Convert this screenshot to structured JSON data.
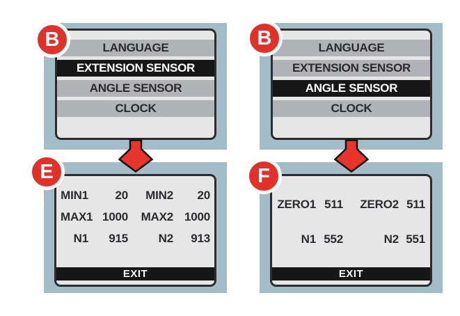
{
  "menu_left": {
    "badge": "B",
    "items": [
      {
        "label": "LANGUAGE",
        "selected": false
      },
      {
        "label": "EXTENSION SENSOR",
        "selected": true
      },
      {
        "label": "ANGLE SENSOR",
        "selected": false
      },
      {
        "label": "CLOCK",
        "selected": false
      }
    ]
  },
  "menu_right": {
    "badge": "B",
    "items": [
      {
        "label": "LANGUAGE",
        "selected": false
      },
      {
        "label": "EXTENSION SENSOR",
        "selected": false
      },
      {
        "label": "ANGLE SENSOR",
        "selected": true
      },
      {
        "label": "CLOCK",
        "selected": false
      }
    ]
  },
  "extension_sensor_screen": {
    "badge": "E",
    "rows": [
      [
        "MIN1",
        "20",
        "MIN2",
        "20"
      ],
      [
        "MAX1",
        "1000",
        "MAX2",
        "1000"
      ],
      [
        "N1",
        "915",
        "N2",
        "913"
      ]
    ],
    "exit_label": "EXIT"
  },
  "angle_sensor_screen": {
    "badge": "F",
    "rows": [
      [
        "ZERO1",
        "511",
        "ZERO2",
        "511"
      ],
      [
        "N1",
        "552",
        "N2",
        "551"
      ]
    ],
    "exit_label": "EXIT"
  },
  "icons": {
    "flow_arrow": "down-arrow"
  },
  "colors": {
    "panel_blue": "#a2bdc8",
    "screen_gray": "#e5e6e5",
    "bar_gray": "#b1b3b6",
    "selected_black": "#171717",
    "badge_red": "#e23128",
    "arrow_red": "#e8352b",
    "text_dark": "#2b2b2d"
  }
}
